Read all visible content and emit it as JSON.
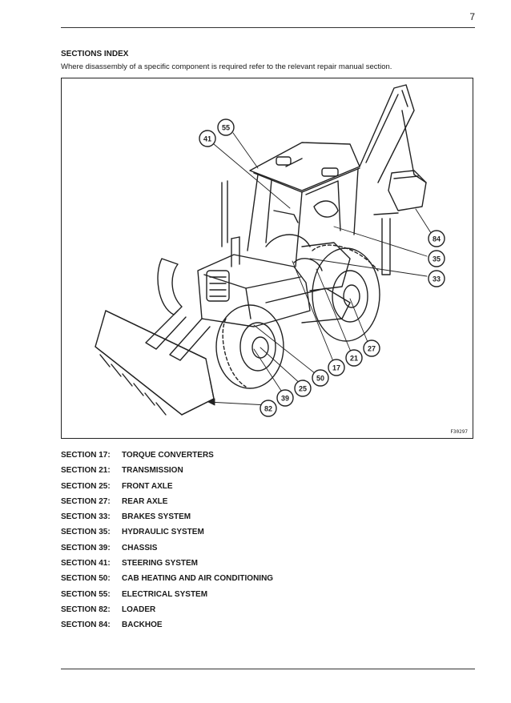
{
  "page_number": "7",
  "header": {
    "title": "SECTIONS INDEX",
    "subtitle": "Where disassembly of a specific component is required refer to the relevant repair manual section."
  },
  "figure": {
    "image_id": "F30297",
    "callouts": [
      "55",
      "41",
      "84",
      "35",
      "33",
      "27",
      "21",
      "17",
      "50",
      "25",
      "39",
      "82"
    ]
  },
  "sections": [
    {
      "code": "SECTION 17:",
      "title": "TORQUE CONVERTERS"
    },
    {
      "code": "SECTION 21:",
      "title": "TRANSMISSION"
    },
    {
      "code": "SECTION 25:",
      "title": "FRONT AXLE"
    },
    {
      "code": "SECTION 27:",
      "title": "REAR AXLE"
    },
    {
      "code": "SECTION 33:",
      "title": "BRAKES SYSTEM"
    },
    {
      "code": "SECTION 35:",
      "title": "HYDRAULIC SYSTEM"
    },
    {
      "code": "SECTION 39:",
      "title": "CHASSIS"
    },
    {
      "code": "SECTION 41:",
      "title": "STEERING SYSTEM"
    },
    {
      "code": "SECTION 50:",
      "title": "CAB HEATING AND AIR CONDITIONING"
    },
    {
      "code": "SECTION 55:",
      "title": "ELECTRICAL SYSTEM"
    },
    {
      "code": "SECTION 82:",
      "title": "LOADER"
    },
    {
      "code": "SECTION 84:",
      "title": "BACKHOE"
    }
  ]
}
